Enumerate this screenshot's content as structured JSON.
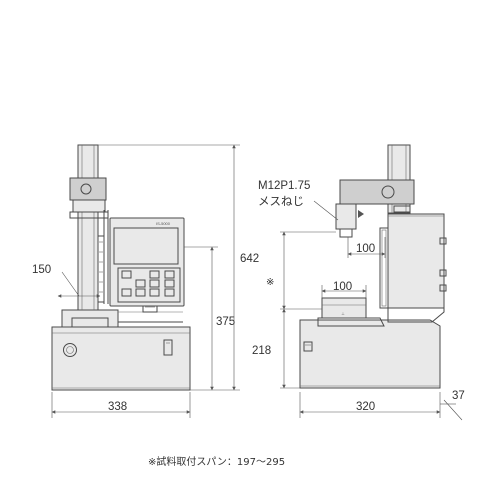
{
  "front_view": {
    "dim_width": "338",
    "dim_column": "150",
    "dim_height_total": "642",
    "dim_height_base": "375",
    "panel_brand": "IS-5000"
  },
  "side_view": {
    "thread_spec": "M12P1.75",
    "thread_note": "メスねじ",
    "dim_depth": "320",
    "dim_offset": "37",
    "dim_arm_depth": "100",
    "dim_table_width": "100",
    "dim_table_height": "218",
    "span_mark": "※"
  },
  "footnote": "※試料取付スパン：197〜295"
}
